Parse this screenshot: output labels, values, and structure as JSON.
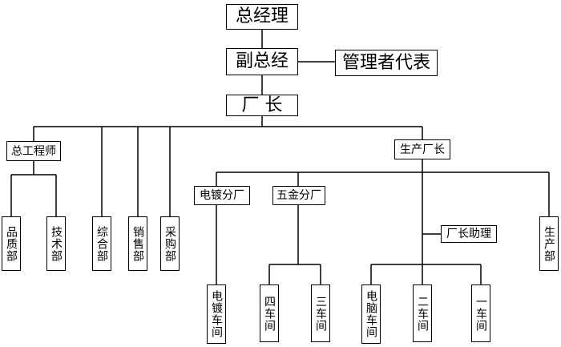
{
  "org_chart": {
    "general_manager": "总经理",
    "deputy_general_manager": "副总经",
    "management_representative": "管理者代表",
    "factory_director": "厂 长",
    "chief_engineer": "总工程师",
    "production_director": "生产厂长",
    "quality_dept": "品质部",
    "technical_dept": "技术部",
    "general_affairs_dept": "综合部",
    "sales_dept": "销售部",
    "purchasing_dept": "采购部",
    "electroplating_branch": "电镀分厂",
    "hardware_branch": "五金分厂",
    "assistant_director": "厂长助理",
    "production_dept": "生产部",
    "electroplating_workshop": "电镀车间",
    "workshop_four": "四车间",
    "workshop_three": "三车间",
    "computer_workshop": "电脑车间",
    "workshop_two": "二车间",
    "workshop_one": "一车间"
  }
}
